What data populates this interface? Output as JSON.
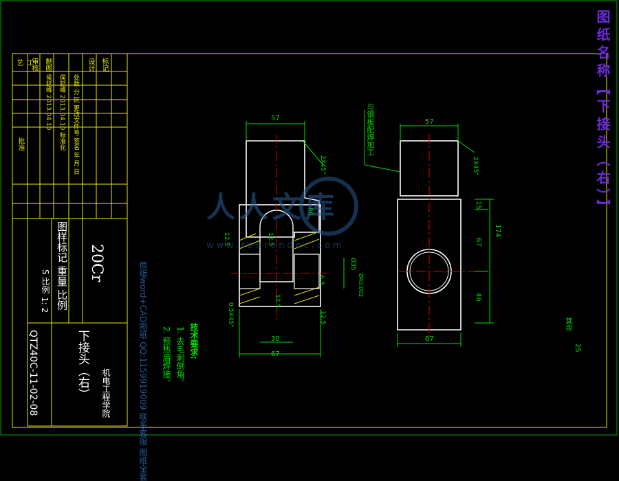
{
  "drawing_title": "图纸名称【下接头（右）】",
  "title_block": {
    "rows": [
      "标记",
      "设计",
      "制图",
      "审核",
      "工艺"
    ],
    "design_info": [
      "处数 分 区 更改文件号 签名 年 月 日",
      "侯延峰 2013.04.10 标准化",
      "侯延峰 2013.04.10"
    ],
    "approve": "批准",
    "material": "20Cr",
    "stage_weight_scale": "图样标记 重量 比例",
    "scale": "1: 2",
    "part_name": "下接头（右）",
    "school": "机电工程学院",
    "drawing_number": "QTZ40C-11-02-08",
    "scale_small": "S 比例"
  },
  "notes": {
    "heading": "技术要求:",
    "items": [
      "1. 去毛刺倒角。",
      "2. 预热后焊接。"
    ]
  },
  "dimensions": {
    "left_top_width": "57",
    "left_bottom_width": "67",
    "inner_width": "30",
    "chamfer_left": "2X45°",
    "right_top_width": "57",
    "right_bottom_width": "67",
    "chamfer_right": "2X45°",
    "d15": "15",
    "d67": "67",
    "d46": "46",
    "d174": "174",
    "bore": "Ø35",
    "r625": "6.3",
    "rough_12_5_a": "12.5",
    "rough_12_5_b": "12.5",
    "rough_12_5_c": "12.5",
    "rough_12_5_d": "12.5",
    "r1": "R6",
    "groove": "0.5X45°",
    "phi": "Ø40.002",
    "weld_note": "与钢板配焊加工",
    "other_rough": "其余",
    "other_rough_val": "25"
  },
  "watermark": {
    "brand": "人人文库",
    "url": "www.renrendoc.com",
    "promo": "原版word+CAD图纸 QQ:1159919009 联系客服 图纸全套"
  },
  "colors": {
    "frame": "#e8e800",
    "dim": "#00e000",
    "part": "#ffffff",
    "center": "#e00000",
    "hatch": "#e0e000",
    "title": "#6a2bd6"
  }
}
